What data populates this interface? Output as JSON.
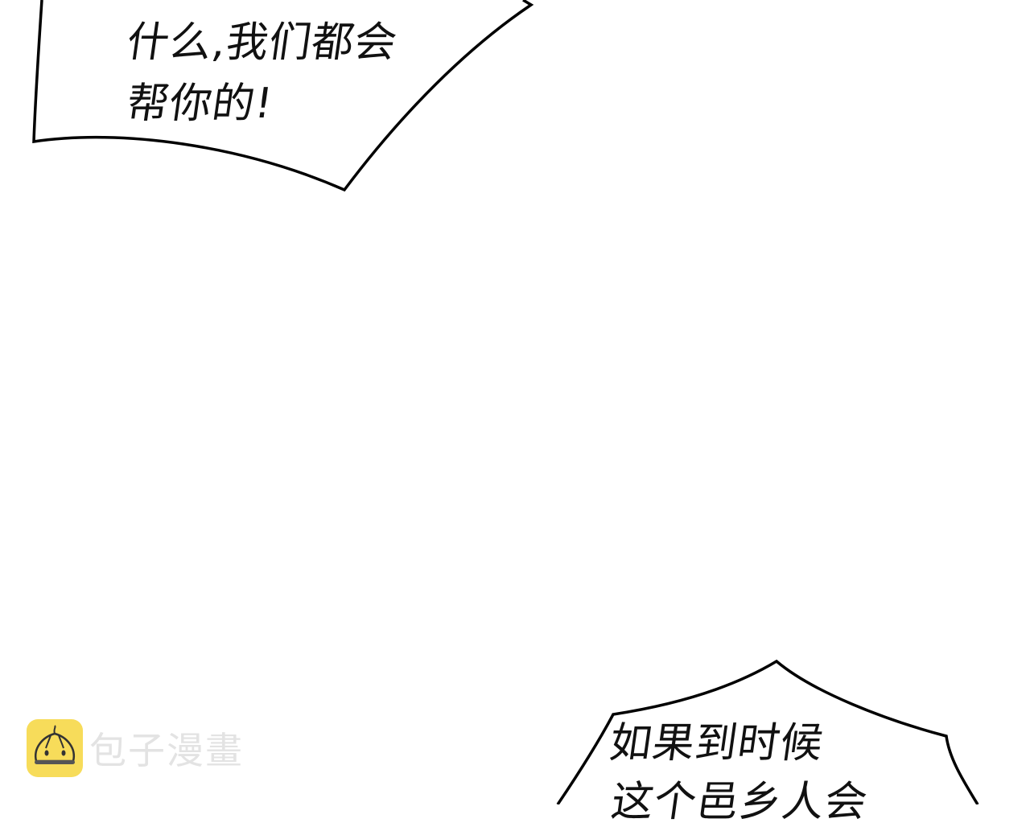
{
  "panel": {
    "background": "#ffffff",
    "bubbles": [
      {
        "id": "top-bubble",
        "lines": [
          "什么,我们都会",
          "帮你的!"
        ]
      },
      {
        "id": "bottom-bubble",
        "lines": [
          "如果到时候",
          "这个邑乡人会"
        ]
      }
    ]
  },
  "watermark": {
    "icon": "steamed-bun-icon",
    "text": "包子漫畫",
    "icon_color": "#f7dc5a",
    "text_color": "#e3e3e3"
  }
}
